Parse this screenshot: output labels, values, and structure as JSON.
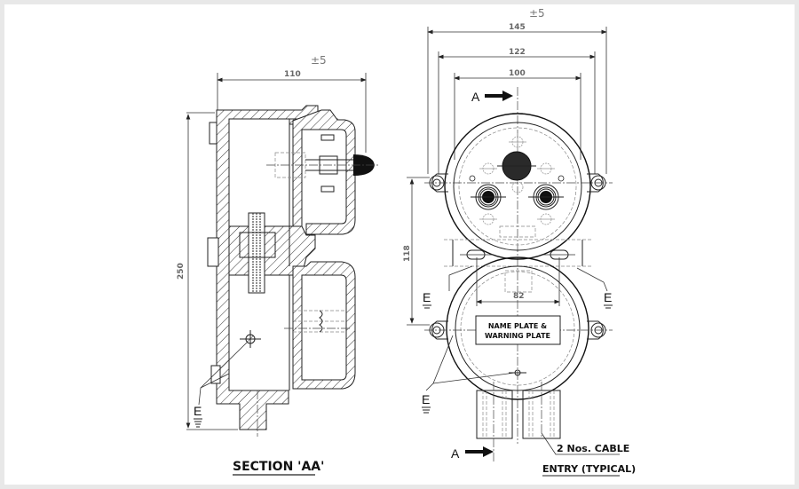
{
  "drawing": {
    "title": "SECTION 'AA'",
    "section_view": {
      "tolerance": "±5",
      "width_dim": "110",
      "height_dim": "250",
      "earth_label": "E"
    },
    "front_view": {
      "tolerance": "±5",
      "dims": {
        "overall_width": "145",
        "mount_width": "122",
        "body_width": "100",
        "mount_spacing": "118",
        "inner_span": "82"
      },
      "section_marker": "A",
      "earth_label": "E",
      "name_plate": [
        "NAME PLATE &",
        "WARNING PLATE"
      ],
      "cable_entry_note": [
        "2 Nos. CABLE",
        "ENTRY (TYPICAL)"
      ]
    },
    "colors": {
      "frame": "#e8e8e8",
      "sheet": "#ffffff",
      "line": "#222222",
      "dimension_text": "#666666"
    }
  }
}
